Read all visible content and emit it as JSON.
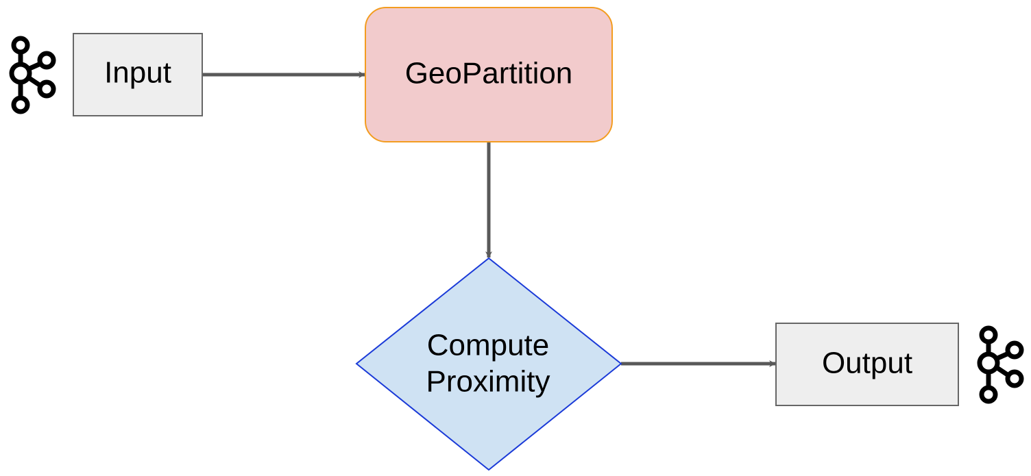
{
  "diagram": {
    "nodes": {
      "input": {
        "label": "Input",
        "fill": "#eeeeee",
        "stroke": "#666666"
      },
      "geopartition": {
        "label": "GeoPartition",
        "fill": "#f2cbcc",
        "stroke": "#f39c1f"
      },
      "compute_proximity": {
        "line1": "Compute",
        "line2": "Proximity",
        "fill": "#cfe2f3",
        "stroke": "#1a3ad8"
      },
      "output": {
        "label": "Output",
        "fill": "#eeeeee",
        "stroke": "#666666"
      }
    },
    "edges": [
      {
        "from": "Input",
        "to": "GeoPartition"
      },
      {
        "from": "GeoPartition",
        "to": "Compute Proximity"
      },
      {
        "from": "Compute Proximity",
        "to": "Output"
      }
    ],
    "icons": [
      "kafka-logo-icon",
      "kafka-logo-icon"
    ],
    "edge_color": "#595959"
  }
}
